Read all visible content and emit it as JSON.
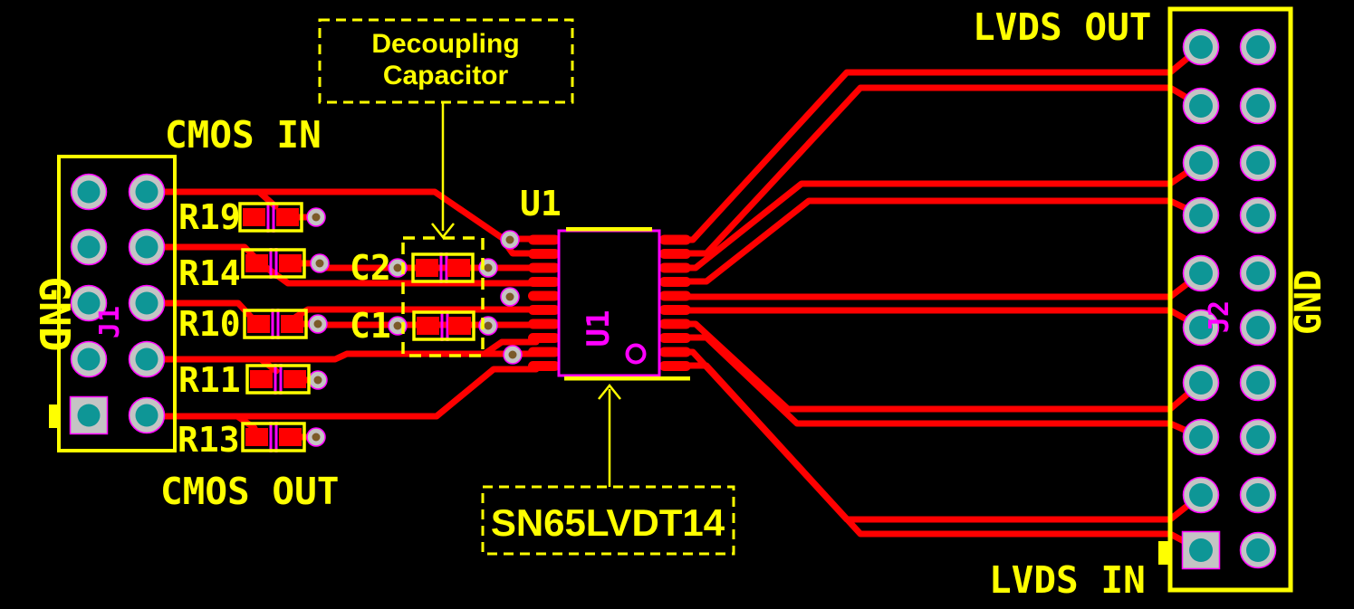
{
  "labels": {
    "cmos_in": "CMOS IN",
    "cmos_out": "CMOS OUT",
    "lvds_out": "LVDS OUT",
    "lvds_in": "LVDS IN",
    "gnd_left": "GND",
    "gnd_right": "GND"
  },
  "components": {
    "connector_left": {
      "refdes": "J1",
      "pin_count": 10
    },
    "connector_right": {
      "refdes": "J2",
      "pin_count": 20
    },
    "ic": {
      "label": "U1",
      "silkscreen": "U1",
      "pin_count": 20
    },
    "resistors": [
      {
        "refdes": "R19"
      },
      {
        "refdes": "R14"
      },
      {
        "refdes": "R10"
      },
      {
        "refdes": "R11"
      },
      {
        "refdes": "R13"
      }
    ],
    "capacitors": [
      {
        "refdes": "C2"
      },
      {
        "refdes": "C1"
      }
    ]
  },
  "annotations": {
    "decoupling_line1": "Decoupling",
    "decoupling_line2": "Capacitor",
    "part_number": "SN65LVDT14"
  },
  "colors": {
    "background": "#000000",
    "copper_trace": "#FF0000",
    "silkscreen": "#FF00FF",
    "component_outline": "#FFFF00",
    "annotation": "#FFFF00",
    "pad_ring": "#C4C4C4",
    "plated_hole": "#0E9696",
    "via_hole": "#7B5A28"
  }
}
